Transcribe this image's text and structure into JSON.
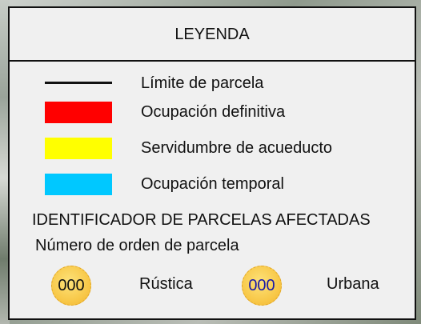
{
  "legend": {
    "title": "LEYENDA",
    "items": [
      {
        "label": "Límite de parcela",
        "symbol": "line",
        "color": "#111111"
      },
      {
        "label": "Ocupación definitiva",
        "symbol": "box",
        "color": "#ff0000"
      },
      {
        "label": "Servidumbre de acueducto",
        "symbol": "box",
        "color": "#ffff00"
      },
      {
        "label": "Ocupación temporal",
        "symbol": "box",
        "color": "#00c8ff"
      }
    ],
    "section_heading": "IDENTIFICADOR DE PARCELAS AFECTADAS",
    "section_subheading": "Número de orden de parcela",
    "identifiers": [
      {
        "code": "000",
        "label": "Rústica",
        "text_color": "#111111"
      },
      {
        "code": "000",
        "label": "Urbana",
        "text_color": "#1a1aa8"
      }
    ]
  }
}
